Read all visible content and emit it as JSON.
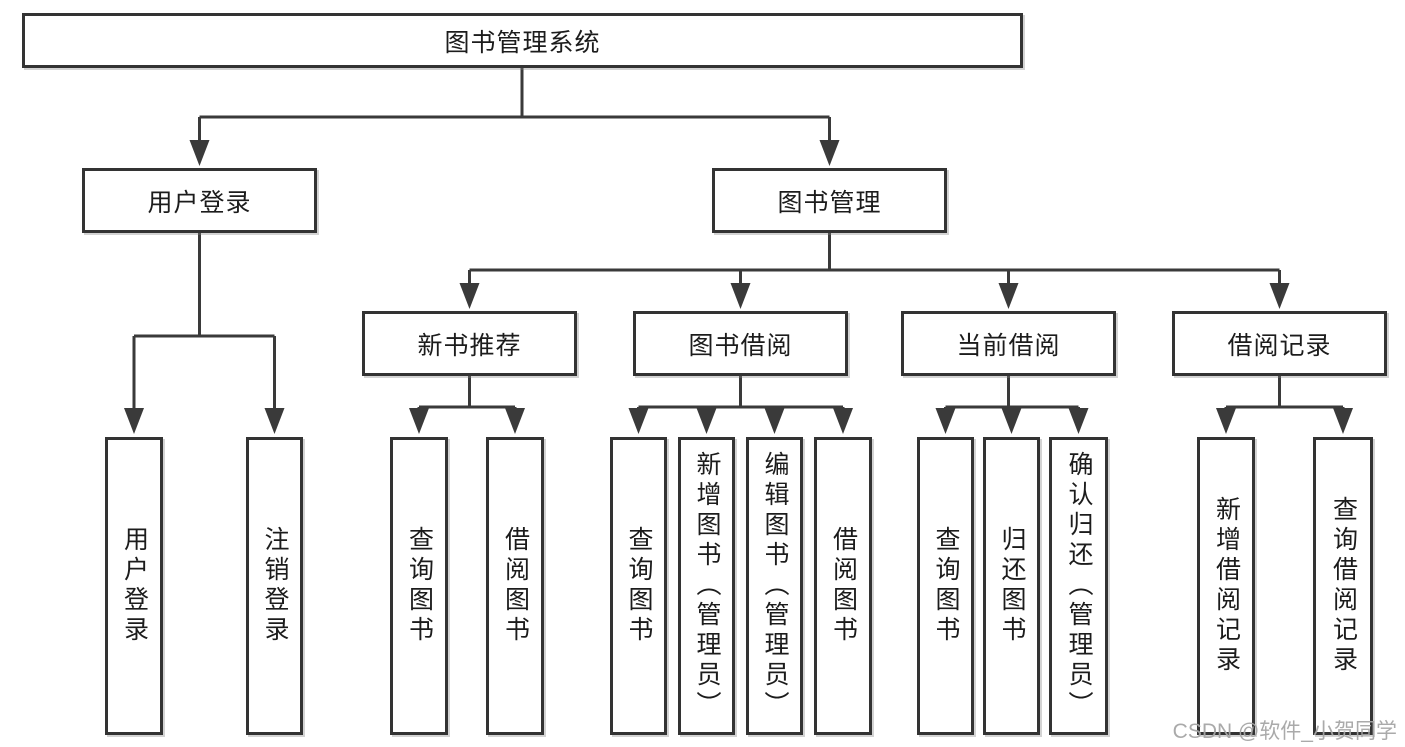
{
  "diagram_title": "图书管理系统",
  "nodes": {
    "root": "图书管理系统",
    "login": "用户登录",
    "manage": "图书管理",
    "recommend": "新书推荐",
    "borrow": "图书借阅",
    "current": "当前借阅",
    "record": "借阅记录",
    "login_user": "用户登录",
    "login_logout": "注销登录",
    "rec_query": "查询图书",
    "rec_borrow": "借阅图书",
    "bor_query": "查询图书",
    "bor_add": "新增图书（管理员）",
    "bor_edit": "编辑图书（管理员）",
    "bor_borrow": "借阅图书",
    "cur_query": "查询图书",
    "cur_return": "归还图书",
    "cur_confirm": "确认归还（管理员）",
    "record_add": "新增借阅记录",
    "record_query": "查询借阅记录"
  },
  "colors": {
    "line": "#3a3a3a",
    "box_border": "#333333",
    "background": "#ffffff",
    "watermark": "#a5a5a5"
  },
  "watermark": "CSDN @软件_小贺同学"
}
